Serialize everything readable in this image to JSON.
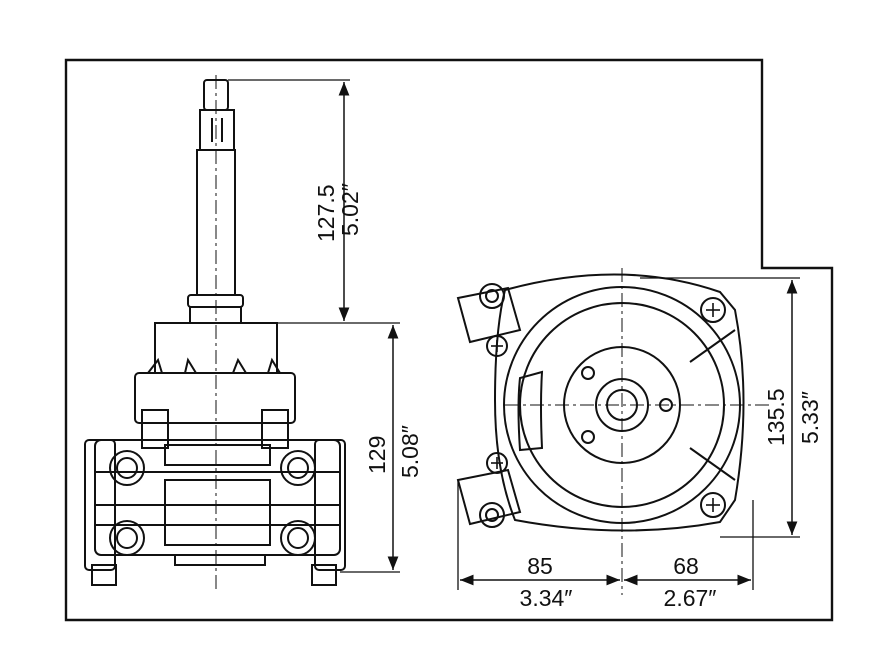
{
  "dimensions": {
    "shaft_height_mm": "127.5",
    "shaft_height_in": "5.02″",
    "body_height_mm": "129",
    "body_height_in": "5.08″",
    "front_height_mm": "135.5",
    "front_height_in": "5.33″",
    "left_width_mm": "85",
    "left_width_in": "3.34″",
    "right_width_mm": "68",
    "right_width_in": "2.67″"
  },
  "colors": {
    "ink": "#111111",
    "paper": "#ffffff"
  }
}
